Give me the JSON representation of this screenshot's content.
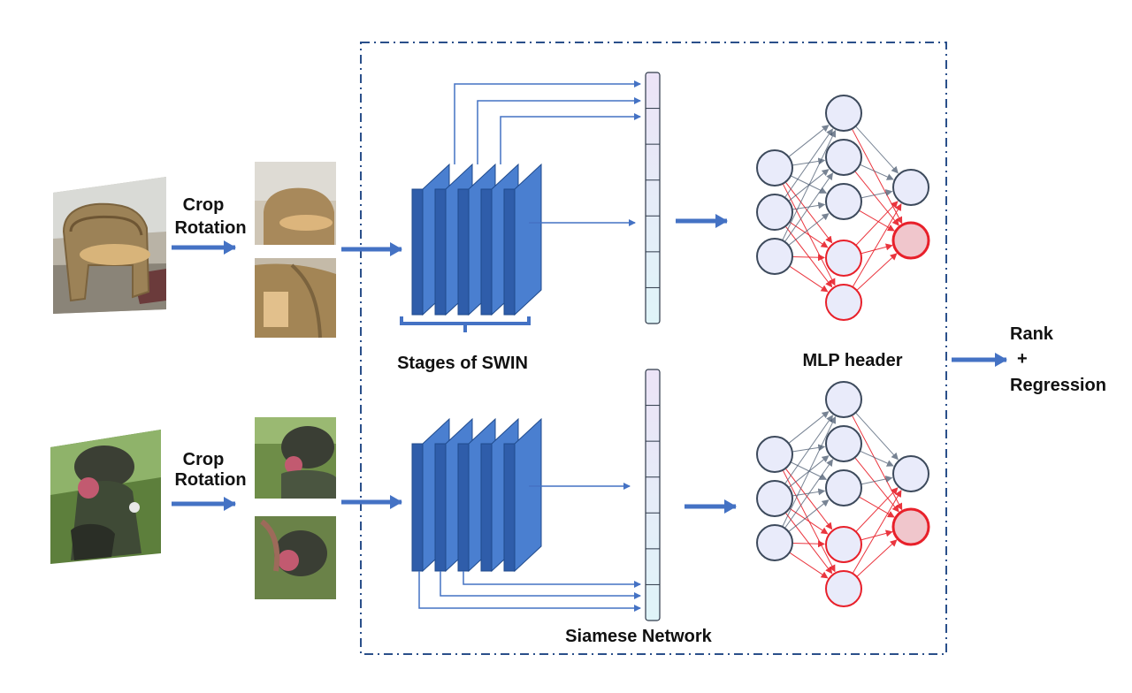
{
  "labels": {
    "crop_top": "Crop",
    "rotation_top": "Rotation",
    "crop_bottom": "Crop",
    "rotation_bottom": "Rotation",
    "stages": "Stages of SWIN",
    "mlp_header": "MLP header",
    "siamese": "Siamese Network",
    "output_rank": "Rank",
    "output_plus": "+",
    "output_regression": "Regression"
  },
  "colors": {
    "accent_blue": "#4472c4",
    "block_face": "#2f5daa",
    "block_side": "#4a7fd0",
    "node_fill": "#e9ebfa",
    "node_stroke": "#3d4a5c",
    "red": "#e8202a",
    "red_fill": "#f0c6cc",
    "frame": "#2a4f8a"
  },
  "icons": {
    "arrow": "arrow-right-icon",
    "feature_vector": "feature-vector-icon",
    "photo_chair": "chair-photo",
    "photo_soldier": "soldier-photo"
  }
}
